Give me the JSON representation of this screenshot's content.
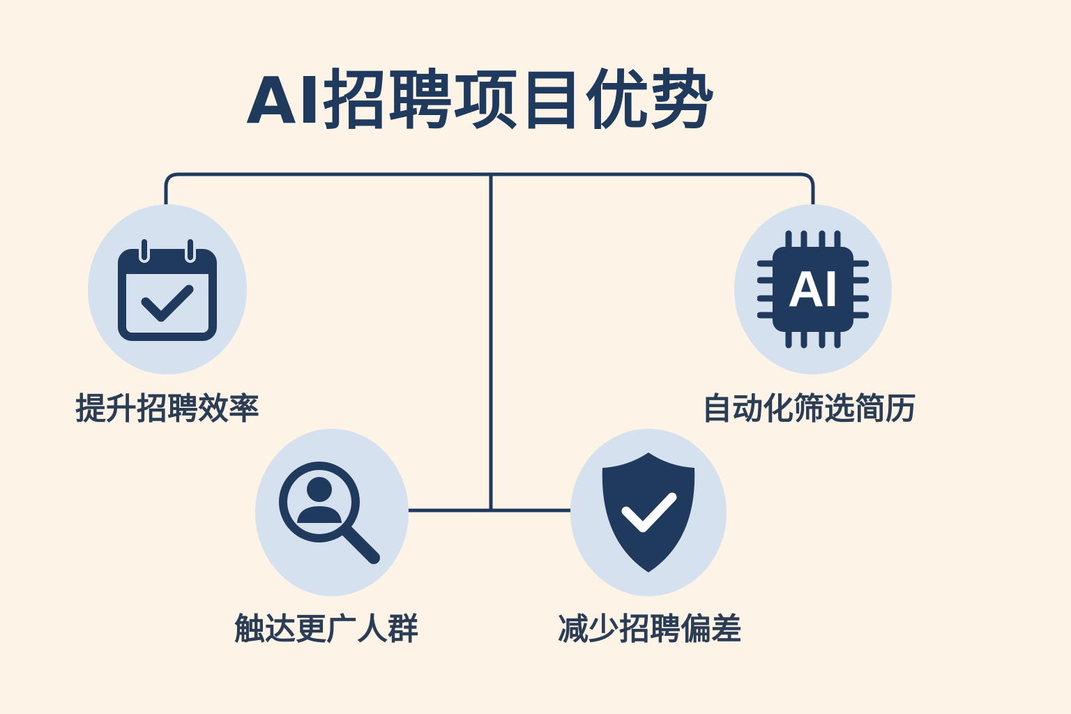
{
  "title": "AI招聘项目优势",
  "colors": {
    "background": "#FDF3E6",
    "navy": "#1F3A5C",
    "circle": "#D5E1EF"
  },
  "nodes": [
    {
      "label": "提升招聘效率",
      "icon": "calendar-check-icon"
    },
    {
      "label": "自动化筛选简历",
      "icon": "ai-chip-icon",
      "icon_text": "AI"
    },
    {
      "label": "触达更广人群",
      "icon": "search-person-icon"
    },
    {
      "label": "减少招聘偏差",
      "icon": "shield-check-icon"
    }
  ]
}
